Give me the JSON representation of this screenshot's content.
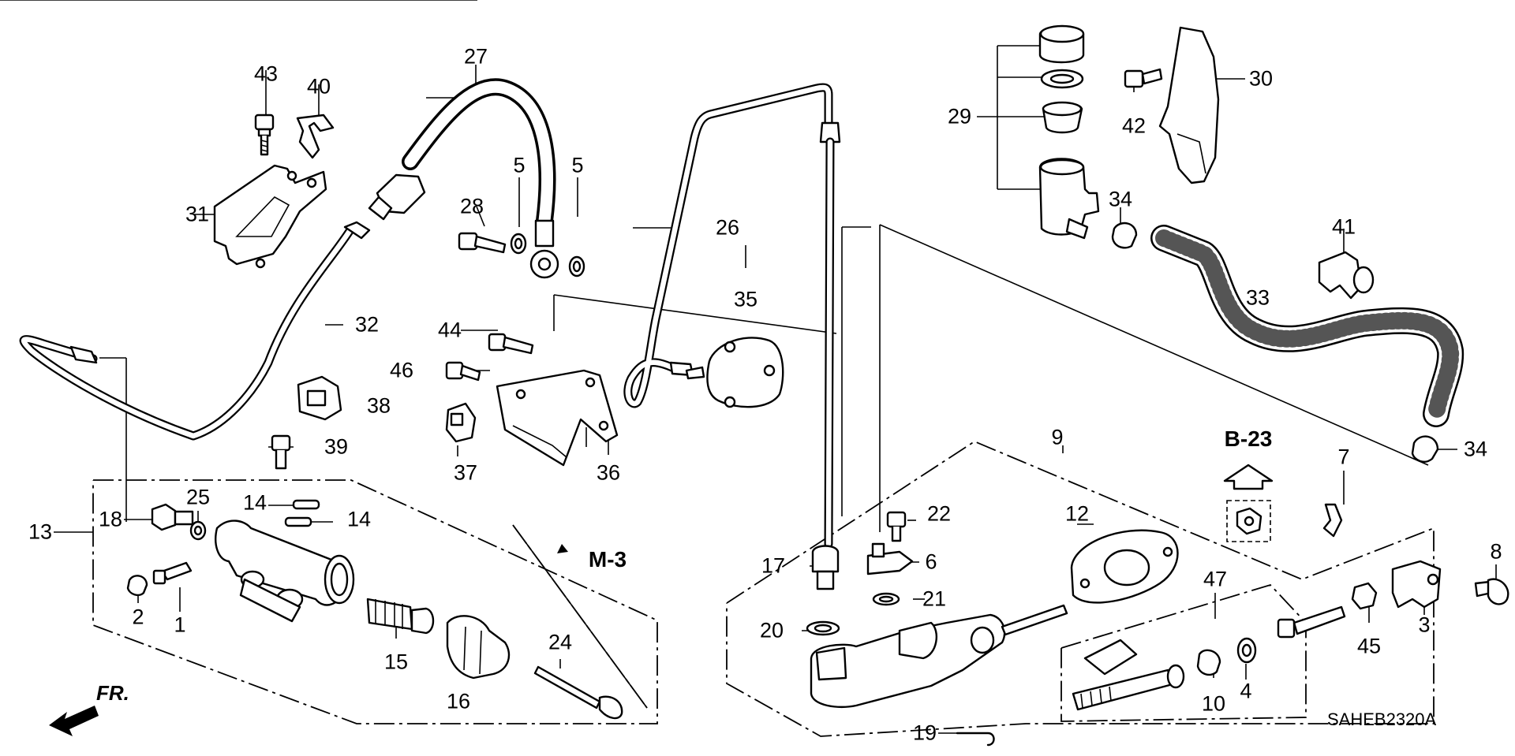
{
  "diagram_code": "SAHEB2320A",
  "direction_label": "FR.",
  "references": {
    "b23": "B-23",
    "m3": "M-3"
  },
  "callouts": [
    {
      "id": "c1",
      "text": "1"
    },
    {
      "id": "c2",
      "text": "2"
    },
    {
      "id": "c3",
      "text": "3"
    },
    {
      "id": "c4",
      "text": "4"
    },
    {
      "id": "c5a",
      "text": "5"
    },
    {
      "id": "c5b",
      "text": "5"
    },
    {
      "id": "c6",
      "text": "6"
    },
    {
      "id": "c7",
      "text": "7"
    },
    {
      "id": "c8",
      "text": "8"
    },
    {
      "id": "c9",
      "text": "9"
    },
    {
      "id": "c10",
      "text": "10"
    },
    {
      "id": "c12",
      "text": "12"
    },
    {
      "id": "c13",
      "text": "13"
    },
    {
      "id": "c14a",
      "text": "14"
    },
    {
      "id": "c14b",
      "text": "14"
    },
    {
      "id": "c15",
      "text": "15"
    },
    {
      "id": "c16",
      "text": "16"
    },
    {
      "id": "c17",
      "text": "17"
    },
    {
      "id": "c18",
      "text": "18"
    },
    {
      "id": "c19",
      "text": "19"
    },
    {
      "id": "c20",
      "text": "20"
    },
    {
      "id": "c21",
      "text": "21"
    },
    {
      "id": "c22",
      "text": "22"
    },
    {
      "id": "c24",
      "text": "24"
    },
    {
      "id": "c25",
      "text": "25"
    },
    {
      "id": "c26",
      "text": "26"
    },
    {
      "id": "c27",
      "text": "27"
    },
    {
      "id": "c28",
      "text": "28"
    },
    {
      "id": "c29",
      "text": "29"
    },
    {
      "id": "c30",
      "text": "30"
    },
    {
      "id": "c31",
      "text": "31"
    },
    {
      "id": "c32",
      "text": "32"
    },
    {
      "id": "c33",
      "text": "33"
    },
    {
      "id": "c34a",
      "text": "34"
    },
    {
      "id": "c34b",
      "text": "34"
    },
    {
      "id": "c35",
      "text": "35"
    },
    {
      "id": "c36",
      "text": "36"
    },
    {
      "id": "c37",
      "text": "37"
    },
    {
      "id": "c38",
      "text": "38"
    },
    {
      "id": "c39",
      "text": "39"
    },
    {
      "id": "c40",
      "text": "40"
    },
    {
      "id": "c41",
      "text": "41"
    },
    {
      "id": "c42",
      "text": "42"
    },
    {
      "id": "c43",
      "text": "43"
    },
    {
      "id": "c44",
      "text": "44"
    },
    {
      "id": "c45",
      "text": "45"
    },
    {
      "id": "c46",
      "text": "46"
    },
    {
      "id": "c47",
      "text": "47"
    }
  ]
}
